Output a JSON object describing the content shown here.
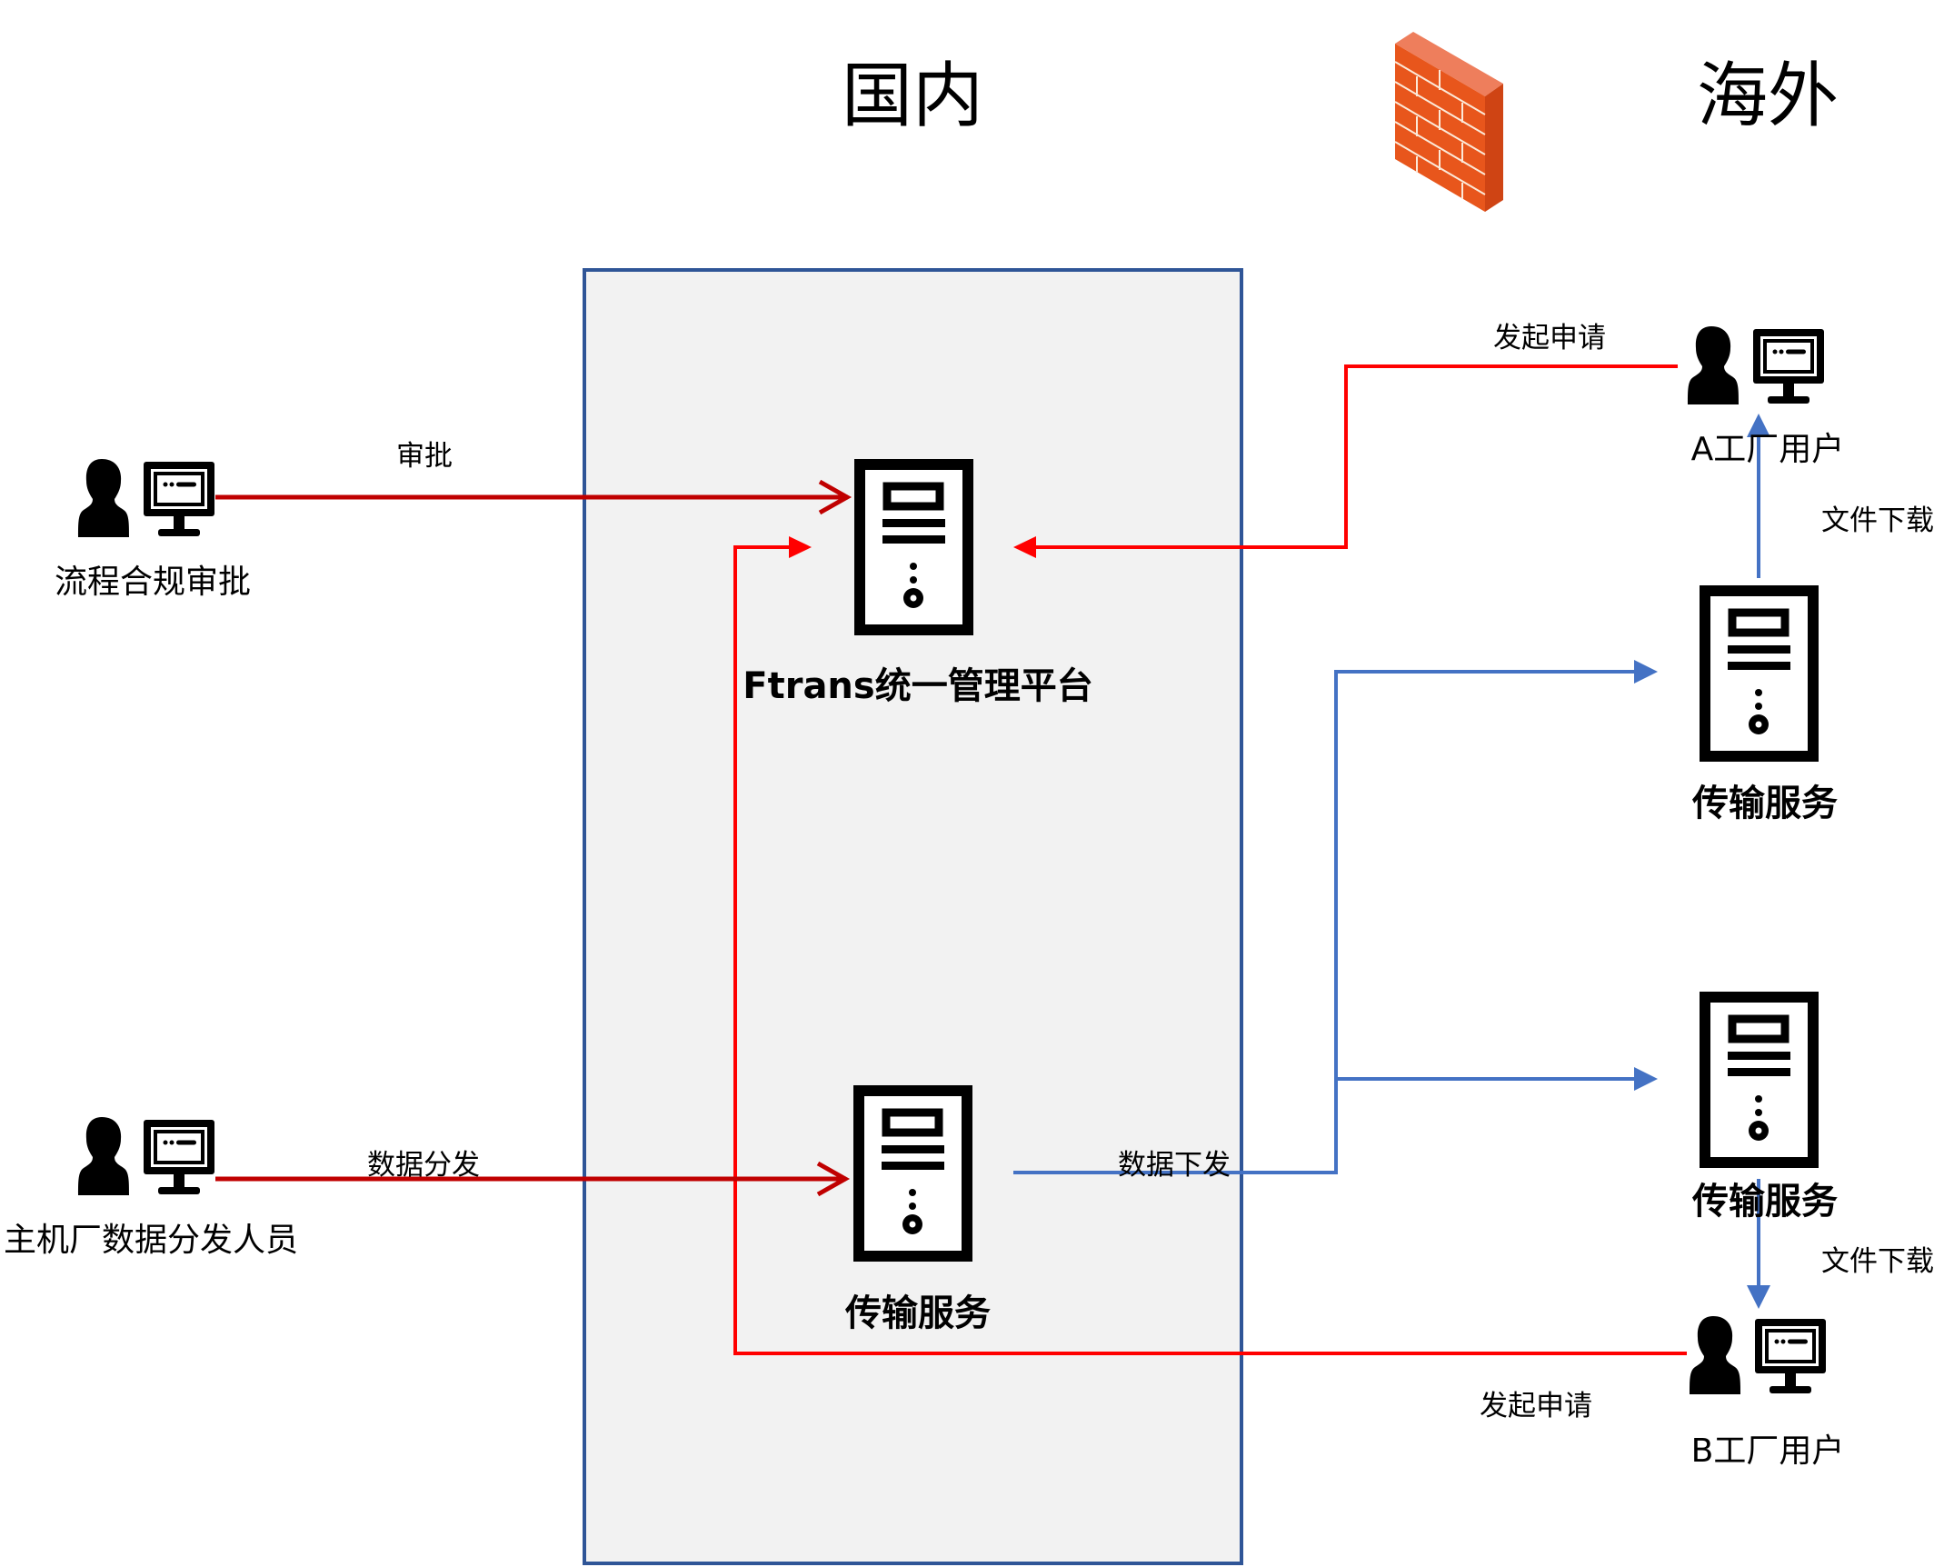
{
  "diagram": {
    "regions": {
      "domestic": "国内",
      "overseas": "海外"
    },
    "colors": {
      "domestic_box_fill": "#F2F2F2",
      "domestic_box_border": "#2F5597",
      "approval_flow": "#C00000",
      "request_flow": "#FF0000",
      "download_flow": "#4472C4",
      "firewall": "#E8561C"
    },
    "nodes": {
      "approver": {
        "label": "流程合规审批",
        "icon": "user-computer-icon"
      },
      "distributor": {
        "label": "主机厂数据分发人员",
        "icon": "user-computer-icon"
      },
      "platform": {
        "label": "Ftrans统一管理平台",
        "icon": "server-icon"
      },
      "domestic_transfer": {
        "label": "传输服务",
        "icon": "server-icon"
      },
      "overseas_transfer_a": {
        "label": "传输服务",
        "icon": "server-icon"
      },
      "overseas_transfer_b": {
        "label": "传输服务",
        "icon": "server-icon"
      },
      "factory_a_user": {
        "label": "A工厂用户",
        "icon": "user-computer-icon"
      },
      "factory_b_user": {
        "label": "B工厂用户",
        "icon": "user-computer-icon"
      },
      "firewall": {
        "icon": "firewall-icon"
      }
    },
    "edges": {
      "approve": "审批",
      "distribute": "数据分发",
      "dispatch": "数据下发",
      "request_a": "发起申请",
      "request_b": "发起申请",
      "download_a": "文件下载",
      "download_b": "文件下载"
    }
  }
}
